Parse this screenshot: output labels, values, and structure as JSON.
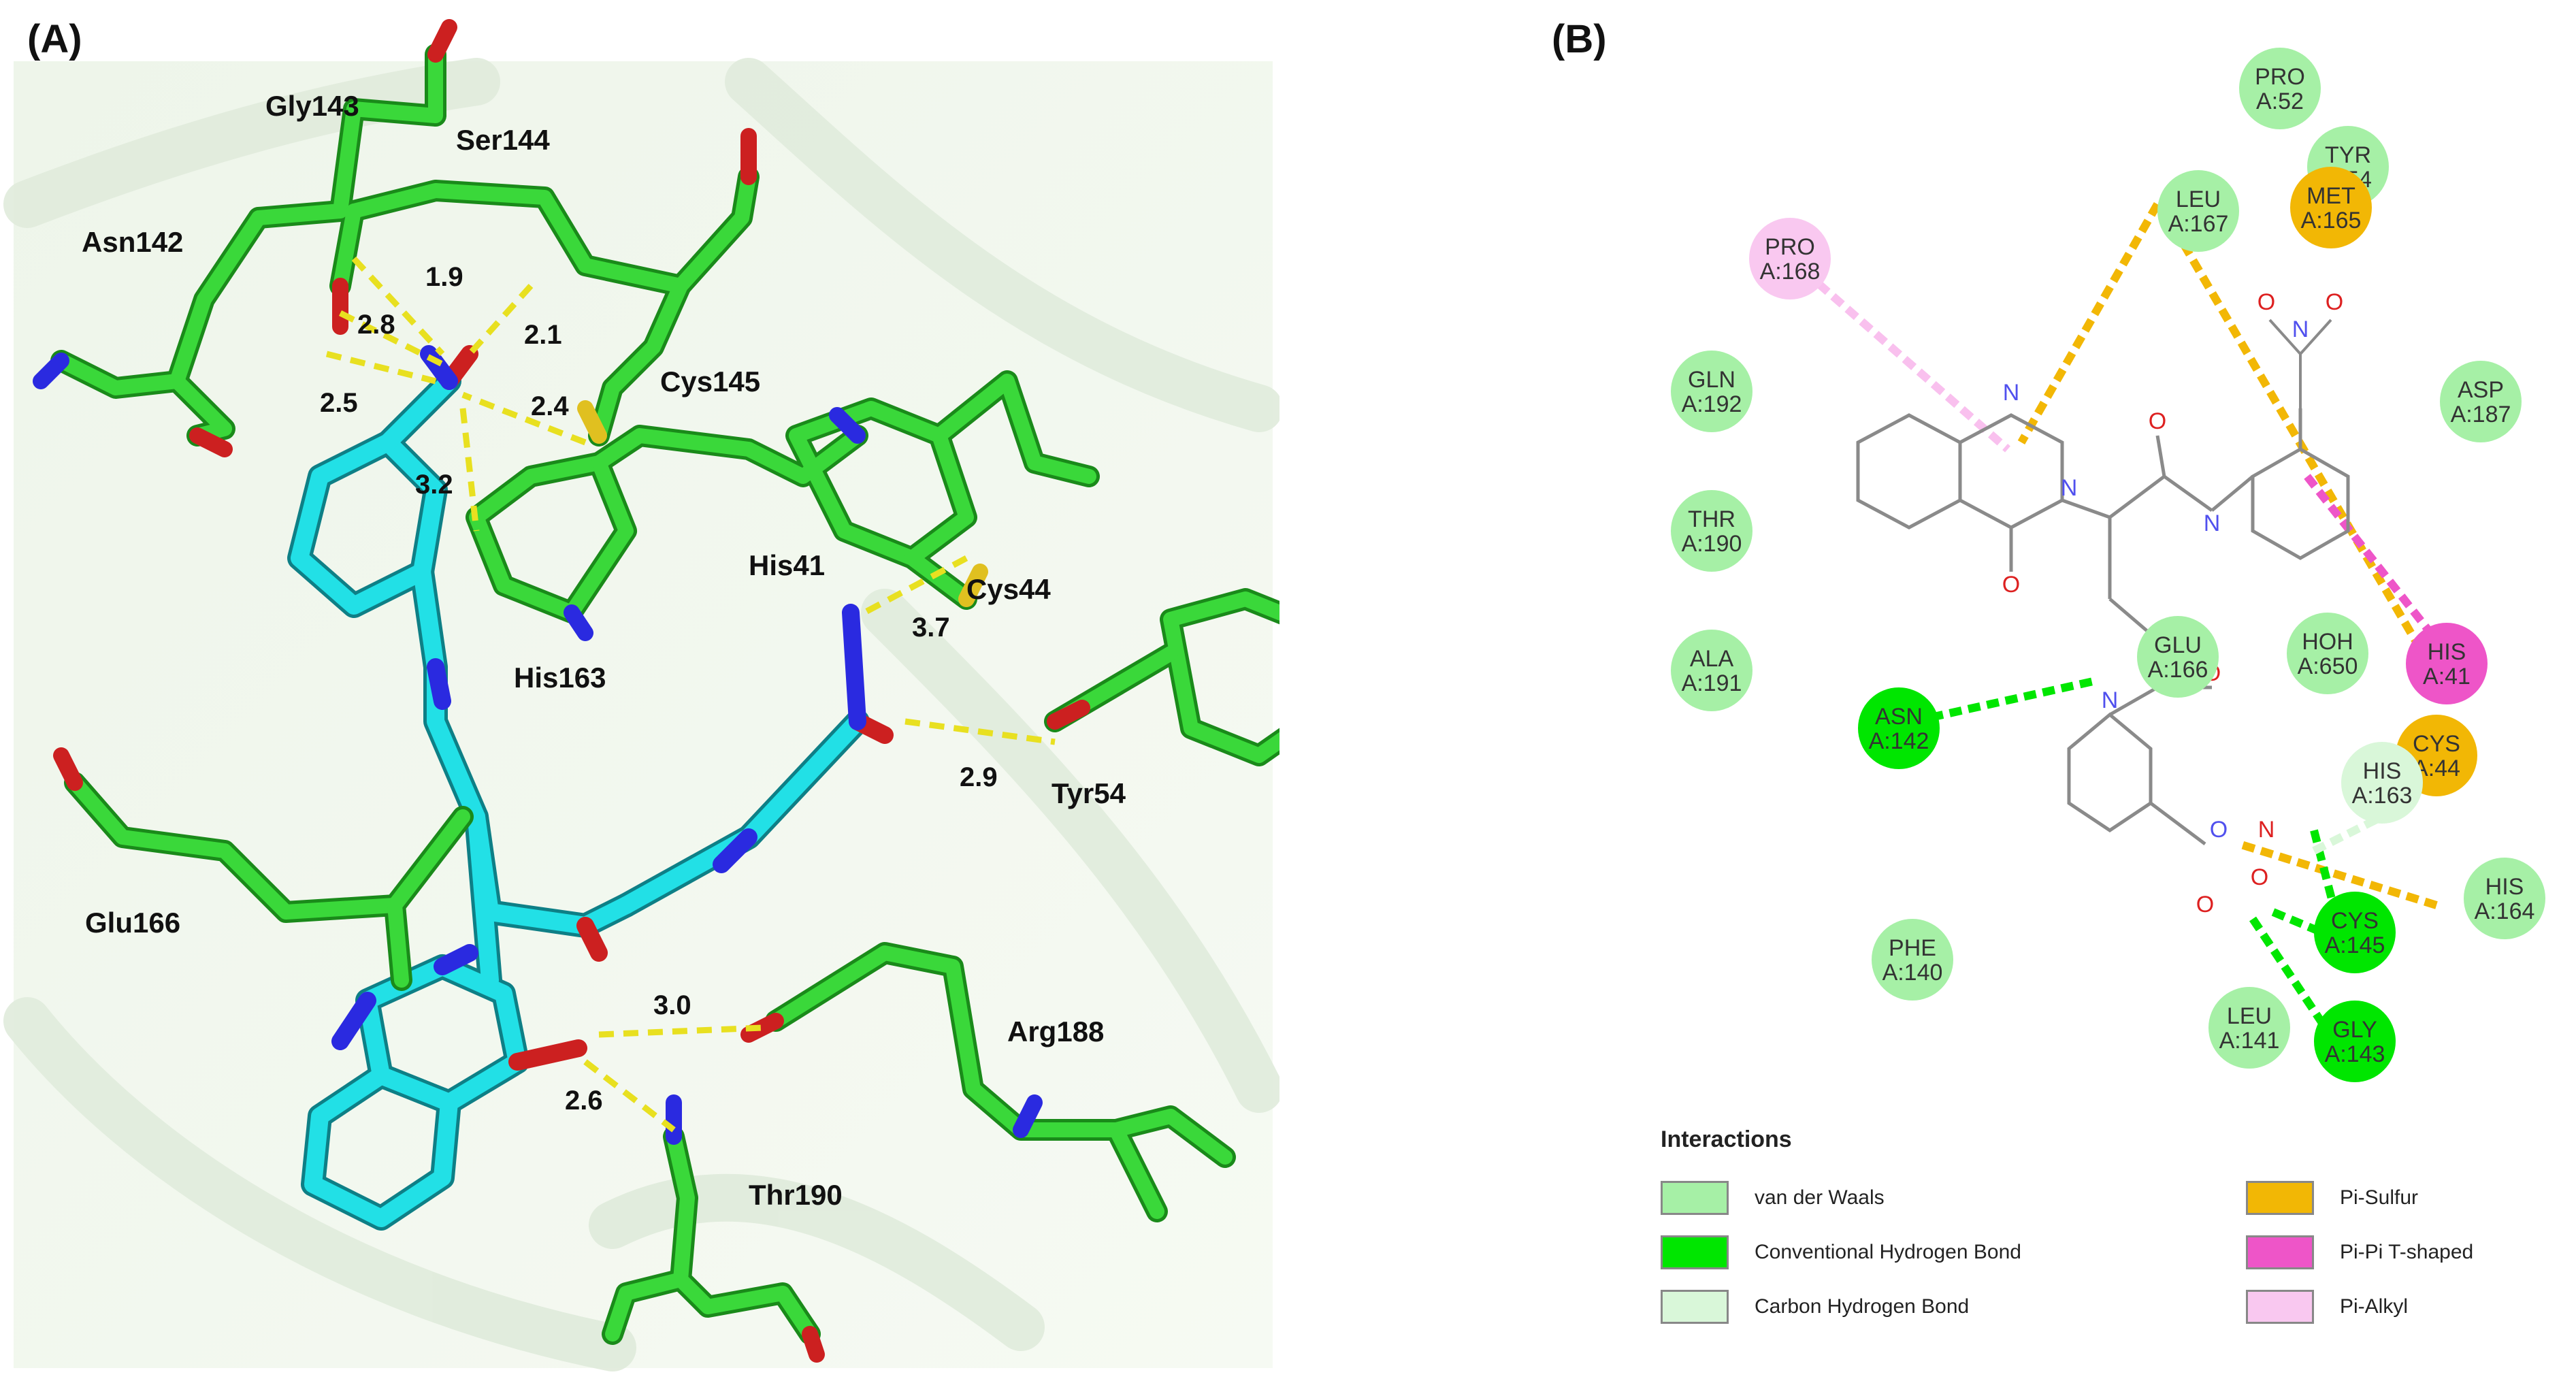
{
  "panel_a": {
    "label": "(A)",
    "residues": [
      "Gly143",
      "Ser144",
      "Asn142",
      "Cys145",
      "His41",
      "Cys44",
      "His163",
      "Tyr54",
      "Glu166",
      "Arg188",
      "Thr190"
    ],
    "distances": [
      "1.9",
      "2.8",
      "2.1",
      "2.5",
      "2.4",
      "3.2",
      "3.7",
      "2.9",
      "3.0",
      "2.6"
    ]
  },
  "panel_b": {
    "label": "(B)",
    "residues": [
      {
        "name": "PRO",
        "id": "A:52",
        "type": "van der Waals"
      },
      {
        "name": "TYR",
        "id": "A:54",
        "type": "van der Waals"
      },
      {
        "name": "LEU",
        "id": "A:167",
        "type": "van der Waals"
      },
      {
        "name": "MET",
        "id": "A:165",
        "type": "Pi-Sulfur"
      },
      {
        "name": "PRO",
        "id": "A:168",
        "type": "Pi-Alkyl"
      },
      {
        "name": "GLN",
        "id": "A:192",
        "type": "van der Waals"
      },
      {
        "name": "ASP",
        "id": "A:187",
        "type": "van der Waals"
      },
      {
        "name": "THR",
        "id": "A:190",
        "type": "van der Waals"
      },
      {
        "name": "ALA",
        "id": "A:191",
        "type": "van der Waals"
      },
      {
        "name": "GLU",
        "id": "A:166",
        "type": "van der Waals"
      },
      {
        "name": "HOH",
        "id": "A:650",
        "type": "van der Waals"
      },
      {
        "name": "HIS",
        "id": "A:41",
        "type": "Pi-Pi T-shaped"
      },
      {
        "name": "ASN",
        "id": "A:142",
        "type": "Conventional Hydrogen Bond"
      },
      {
        "name": "CYS",
        "id": "A:44",
        "type": "Pi-Sulfur"
      },
      {
        "name": "HIS",
        "id": "A:163",
        "type": "Carbon Hydrogen Bond"
      },
      {
        "name": "HIS",
        "id": "A:164",
        "type": "van der Waals"
      },
      {
        "name": "CYS",
        "id": "A:145",
        "type": "Conventional Hydrogen Bond"
      },
      {
        "name": "PHE",
        "id": "A:140",
        "type": "van der Waals"
      },
      {
        "name": "LEU",
        "id": "A:141",
        "type": "van der Waals"
      },
      {
        "name": "GLY",
        "id": "A:143",
        "type": "Conventional Hydrogen Bond"
      }
    ],
    "ligand_atoms": [
      "N",
      "N",
      "O",
      "O",
      "N",
      "N",
      "O",
      "O",
      "N",
      "O",
      "O",
      "N",
      "O",
      "O"
    ],
    "legend": {
      "title": "Interactions",
      "items": [
        {
          "label": "van der Waals",
          "color": "#a6f0a6"
        },
        {
          "label": "Conventional Hydrogen Bond",
          "color": "#00e600"
        },
        {
          "label": "Carbon Hydrogen Bond",
          "color": "#d9f7d9"
        },
        {
          "label": "Pi-Sulfur",
          "color": "#f2b705"
        },
        {
          "label": "Pi-Pi T-shaped",
          "color": "#ee55c8"
        },
        {
          "label": "Pi-Alkyl",
          "color": "#f9c8f0"
        }
      ]
    }
  }
}
